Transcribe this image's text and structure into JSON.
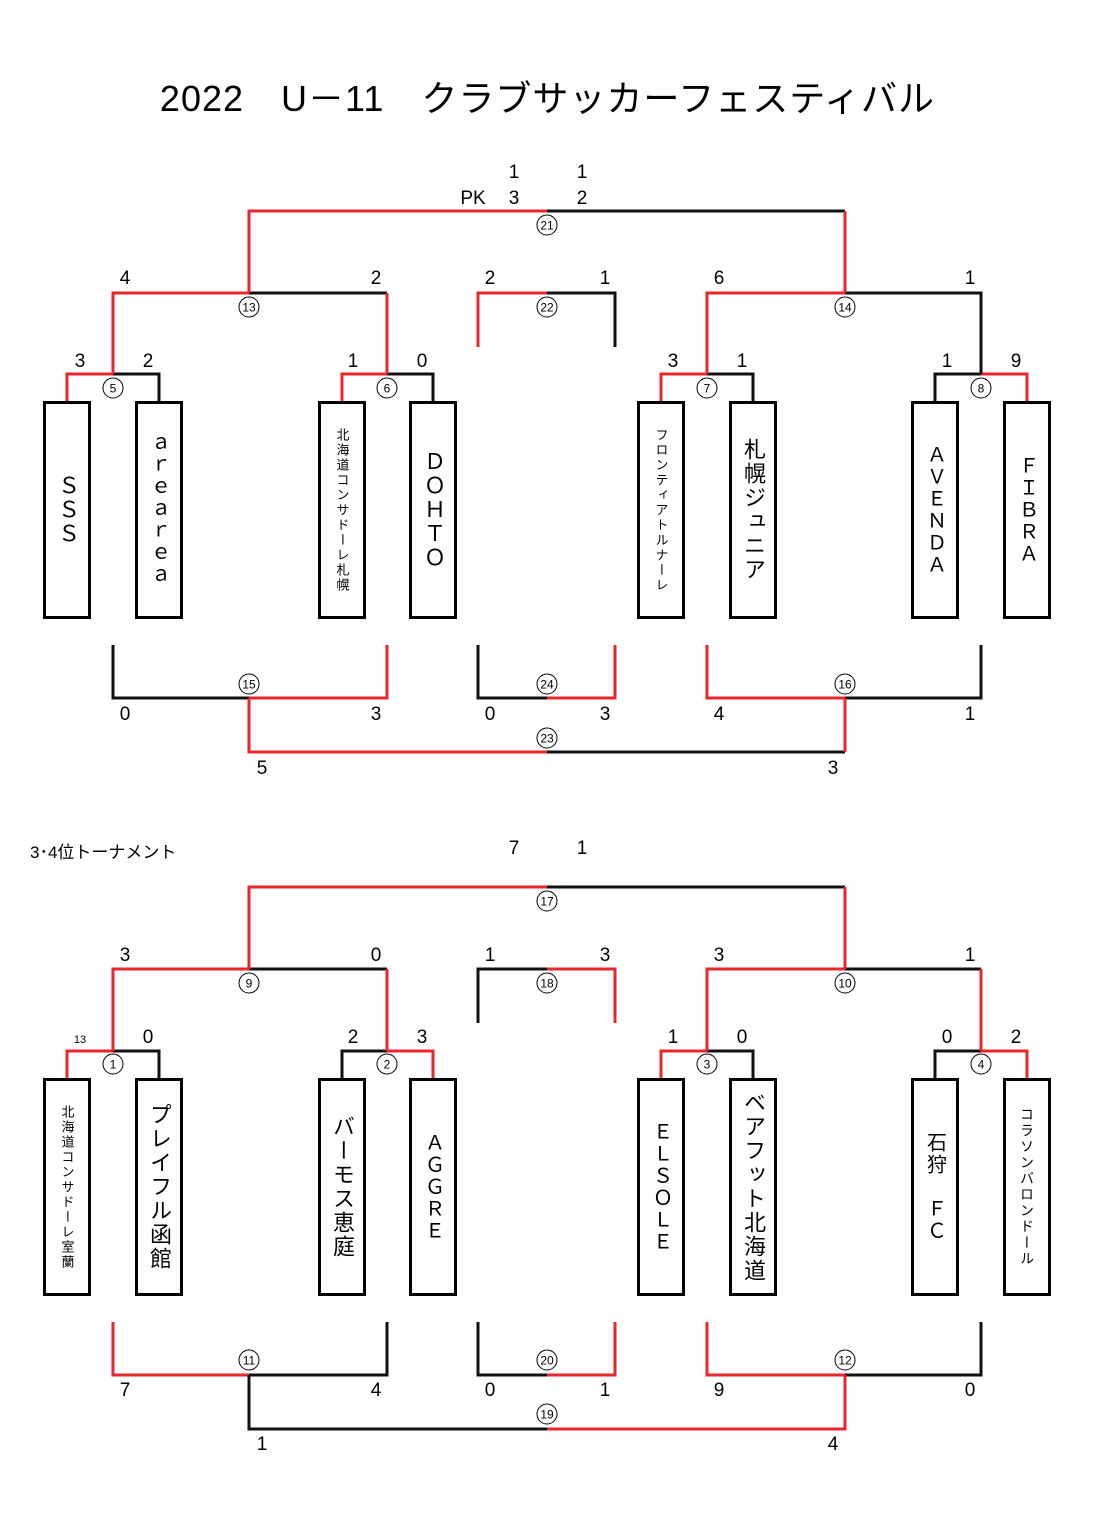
{
  "title": "2022　U－11　クラブサッカーフェスティバル",
  "subtitle": "3･4位トーナメント",
  "colors": {
    "winner": "#e8262b",
    "loser": "#111111"
  },
  "teams": [
    {
      "id": "t1",
      "name": "ＳＳＳ"
    },
    {
      "id": "t2",
      "name": "ａｒｅａｒｅａ"
    },
    {
      "id": "t3",
      "name": "北海道コンサドーレ札幌"
    },
    {
      "id": "t4",
      "name": "ＤＯＨＴＯ"
    },
    {
      "id": "t5",
      "name": "フロンティアトルナーレ"
    },
    {
      "id": "t6",
      "name": "札幌ジュニア"
    },
    {
      "id": "t7",
      "name": "ＡＶＥＮＤＡ"
    },
    {
      "id": "t8",
      "name": "ＦＩＢＲＡ"
    },
    {
      "id": "b1",
      "name": "北海道コンサドーレ室蘭"
    },
    {
      "id": "b2",
      "name": "プレイフル函館"
    },
    {
      "id": "b3",
      "name": "バーモス恵庭"
    },
    {
      "id": "b4",
      "name": "ＡＧＧＲＥ"
    },
    {
      "id": "b5",
      "name": "ＥＬＳＯＬＥ"
    },
    {
      "id": "b6",
      "name": "ベアフット北海道"
    },
    {
      "id": "b7",
      "name": "石狩　ＦＣ"
    },
    {
      "id": "b8",
      "name": "コラソンバロンドール"
    }
  ],
  "matches": [
    {
      "id": "m5",
      "label": "⑤"
    },
    {
      "id": "m6",
      "label": "⑥"
    },
    {
      "id": "m7",
      "label": "⑦"
    },
    {
      "id": "m8",
      "label": "⑧"
    },
    {
      "id": "m13",
      "label": "⑬"
    },
    {
      "id": "m14",
      "label": "⑭"
    },
    {
      "id": "m21",
      "label": "㉑"
    },
    {
      "id": "m22",
      "label": "㉒"
    },
    {
      "id": "m15",
      "label": "⑮"
    },
    {
      "id": "m16",
      "label": "⑯"
    },
    {
      "id": "m23",
      "label": "㉓"
    },
    {
      "id": "m24",
      "label": "㉔"
    },
    {
      "id": "m1",
      "label": "①"
    },
    {
      "id": "m2",
      "label": "②"
    },
    {
      "id": "m3",
      "label": "③"
    },
    {
      "id": "m4",
      "label": "④"
    },
    {
      "id": "m9",
      "label": "⑨"
    },
    {
      "id": "m10",
      "label": "⑩"
    },
    {
      "id": "m17",
      "label": "⑰"
    },
    {
      "id": "m18",
      "label": "⑱"
    },
    {
      "id": "m11",
      "label": "⑪"
    },
    {
      "id": "m12",
      "label": "⑫"
    },
    {
      "id": "m19",
      "label": "⑲"
    },
    {
      "id": "m20",
      "label": "⑳"
    }
  ],
  "scores": [
    {
      "id": "s21a",
      "v": "1"
    },
    {
      "id": "s21b",
      "v": "1"
    },
    {
      "id": "s21pk",
      "v": "PK"
    },
    {
      "id": "s21c",
      "v": "3"
    },
    {
      "id": "s21d",
      "v": "2"
    },
    {
      "id": "s13a",
      "v": "4"
    },
    {
      "id": "s13b",
      "v": "2"
    },
    {
      "id": "s22a",
      "v": "2"
    },
    {
      "id": "s22b",
      "v": "1"
    },
    {
      "id": "s14a",
      "v": "6"
    },
    {
      "id": "s14b",
      "v": "1"
    },
    {
      "id": "s5a",
      "v": "3"
    },
    {
      "id": "s5b",
      "v": "2"
    },
    {
      "id": "s6a",
      "v": "1"
    },
    {
      "id": "s6b",
      "v": "0"
    },
    {
      "id": "s7a",
      "v": "3"
    },
    {
      "id": "s7b",
      "v": "1"
    },
    {
      "id": "s8a",
      "v": "1"
    },
    {
      "id": "s8b",
      "v": "9"
    },
    {
      "id": "s15a",
      "v": "0"
    },
    {
      "id": "s15b",
      "v": "3"
    },
    {
      "id": "s24a",
      "v": "0"
    },
    {
      "id": "s24b",
      "v": "3"
    },
    {
      "id": "s16a",
      "v": "4"
    },
    {
      "id": "s16b",
      "v": "1"
    },
    {
      "id": "s23a",
      "v": "5"
    },
    {
      "id": "s23b",
      "v": "3"
    },
    {
      "id": "s17a",
      "v": "7"
    },
    {
      "id": "s17b",
      "v": "1"
    },
    {
      "id": "s9a",
      "v": "3"
    },
    {
      "id": "s9b",
      "v": "0"
    },
    {
      "id": "s18a",
      "v": "1"
    },
    {
      "id": "s18b",
      "v": "3"
    },
    {
      "id": "s10a",
      "v": "3"
    },
    {
      "id": "s10b",
      "v": "1"
    },
    {
      "id": "s1x",
      "v": "13"
    },
    {
      "id": "s1b",
      "v": "0"
    },
    {
      "id": "s2a",
      "v": "2"
    },
    {
      "id": "s2b",
      "v": "3"
    },
    {
      "id": "s3a",
      "v": "1"
    },
    {
      "id": "s3b",
      "v": "0"
    },
    {
      "id": "s4a",
      "v": "0"
    },
    {
      "id": "s4b",
      "v": "2"
    },
    {
      "id": "s11a",
      "v": "7"
    },
    {
      "id": "s11b",
      "v": "4"
    },
    {
      "id": "s20a",
      "v": "0"
    },
    {
      "id": "s20b",
      "v": "1"
    },
    {
      "id": "s12a",
      "v": "9"
    },
    {
      "id": "s12b",
      "v": "0"
    },
    {
      "id": "s19a",
      "v": "1"
    },
    {
      "id": "s19b",
      "v": "4"
    }
  ]
}
